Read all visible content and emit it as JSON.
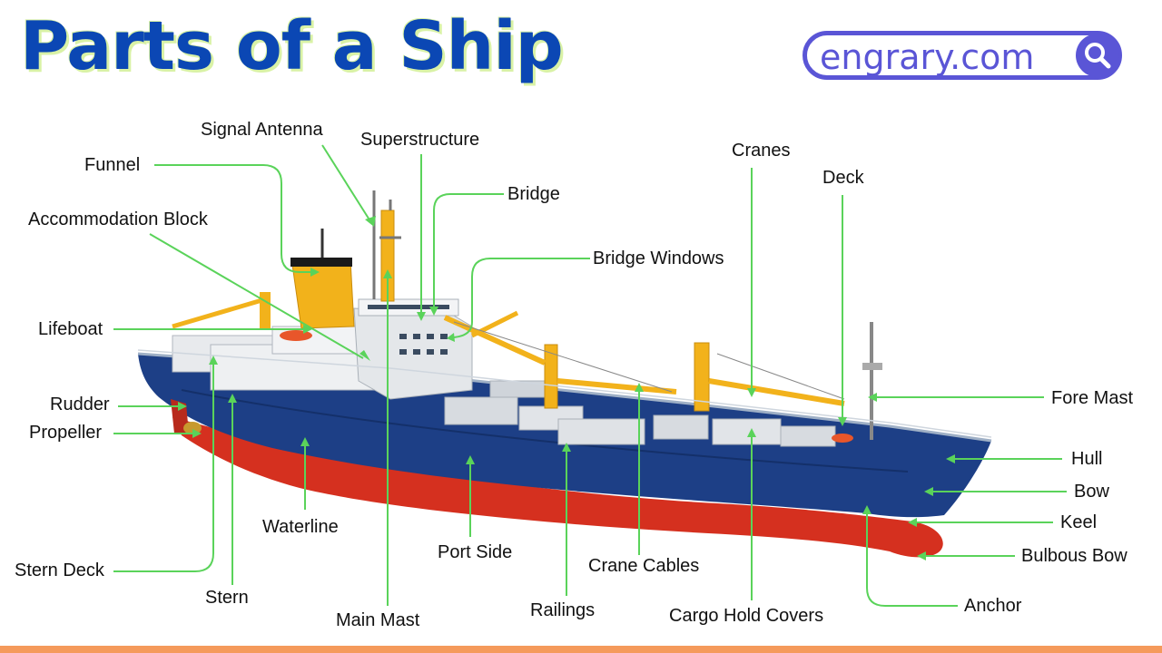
{
  "title": "Parts of a Ship",
  "brand": {
    "text": "engrary.com",
    "icon": "search-icon",
    "color": "#5a55d6"
  },
  "colors": {
    "title": "#0b47b4",
    "leader": "#5ad35a",
    "hull": "#1d3f86",
    "underwater_hull": "#d5301f",
    "footer": "#f59a5b"
  },
  "labels": {
    "signal_antenna": "Signal Antenna",
    "superstructure": "Superstructure",
    "funnel": "Funnel",
    "bridge": "Bridge",
    "cranes": "Cranes",
    "deck": "Deck",
    "accommodation_block": "Accommodation Block",
    "bridge_windows": "Bridge Windows",
    "lifeboat": "Lifeboat",
    "fore_mast": "Fore Mast",
    "rudder": "Rudder",
    "propeller": "Propeller",
    "hull": "Hull",
    "bow": "Bow",
    "keel": "Keel",
    "waterline": "Waterline",
    "bulbous_bow": "Bulbous Bow",
    "port_side": "Port Side",
    "crane_cables": "Crane Cables",
    "stern_deck": "Stern Deck",
    "stern": "Stern",
    "anchor": "Anchor",
    "railings": "Railings",
    "main_mast": "Main Mast",
    "cargo_hold_covers": "Cargo Hold Covers"
  }
}
